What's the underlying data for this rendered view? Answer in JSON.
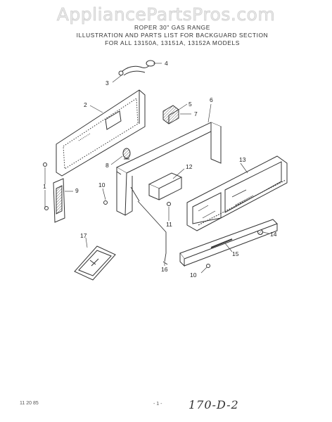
{
  "watermark": "AppliancePartsPros.com",
  "title": {
    "line1": "ROPER 30\" GAS RANGE",
    "line2": "ILLUSTRATION AND PARTS LIST FOR BACKGUARD SECTION",
    "line3": "FOR ALL 13150A, 13151A, 13152A MODELS"
  },
  "callouts": {
    "c1": "1",
    "c2": "2",
    "c3": "3",
    "c4": "4",
    "c5": "5",
    "c6": "6",
    "c7": "7",
    "c8": "8",
    "c9": "9",
    "c10a": "10",
    "c10b": "10",
    "c11": "11",
    "c12": "12",
    "c13": "13",
    "c14": "14",
    "c15": "15",
    "c16": "16",
    "c17": "17"
  },
  "footer": {
    "date": "11 20 85",
    "page": "- 1 -",
    "handwritten": "170-D-2"
  }
}
